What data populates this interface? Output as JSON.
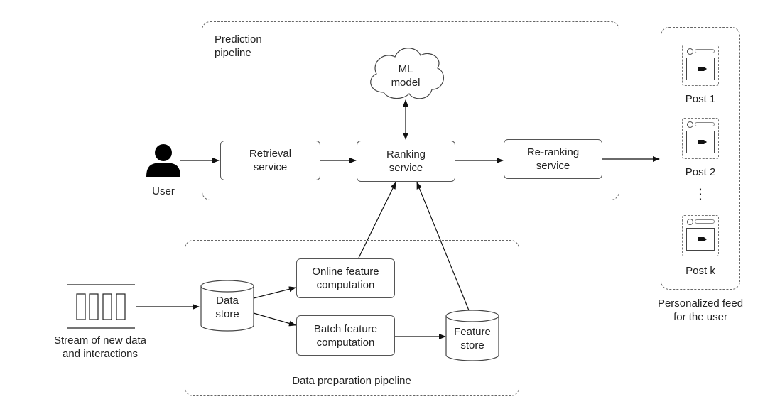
{
  "prediction_pipeline": {
    "title_line1": "Prediction",
    "title_line2": "pipeline"
  },
  "ml_model": {
    "line1": "ML",
    "line2": "model"
  },
  "retrieval_service": {
    "line1": "Retrieval",
    "line2": "service"
  },
  "ranking_service": {
    "line1": "Ranking",
    "line2": "service"
  },
  "reranking_service": {
    "line1": "Re-ranking",
    "line2": "service"
  },
  "user": {
    "label": "User"
  },
  "stream": {
    "line1": "Stream of new data",
    "line2": "and interactions"
  },
  "data_store": {
    "line1": "Data",
    "line2": "store"
  },
  "online_feature": {
    "line1": "Online feature",
    "line2": "computation"
  },
  "batch_feature": {
    "line1": "Batch feature",
    "line2": "computation"
  },
  "feature_store": {
    "line1": "Feature",
    "line2": "store"
  },
  "data_prep_pipeline": {
    "title": "Data preparation pipeline"
  },
  "feed": {
    "posts": [
      "Post 1",
      "Post 2",
      "Post k"
    ],
    "ellipsis": "⋮",
    "caption_line1": "Personalized feed",
    "caption_line2": "for the user"
  }
}
